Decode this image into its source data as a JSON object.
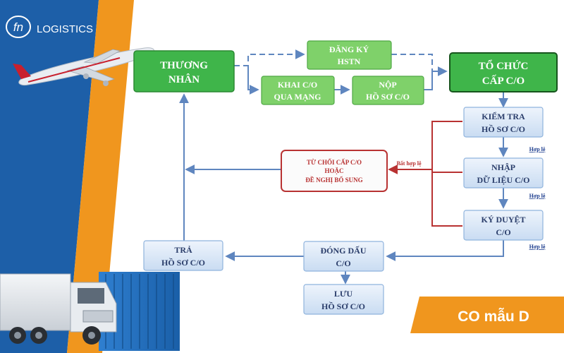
{
  "brand": {
    "logo_letters": "fn",
    "name": "LOGISTICS"
  },
  "badge": {
    "text": "CO mẫu D"
  },
  "nodes": {
    "thuong_nhan": [
      "THƯƠNG",
      "NHÂN"
    ],
    "dang_ky": [
      "ĐĂNG KÝ",
      "HSTN"
    ],
    "khai_co": [
      "KHAI C/O",
      "QUA MẠNG"
    ],
    "nop_ho_so": [
      "NỘP",
      "HỒ SƠ C/O"
    ],
    "to_chuc": [
      "TỔ CHỨC",
      "CẤP C/O"
    ],
    "kiem_tra": [
      "KIỂM TRA",
      "HỒ SƠ C/O"
    ],
    "tu_choi": [
      "TỪ CHỐI CẤP C/O",
      "HOẶC",
      "ĐỀ NGHỊ BỔ SUNG"
    ],
    "nhap_du_lieu": [
      "NHẬP",
      "DỮ LIỆU C/O"
    ],
    "ky_duyet": [
      "KÝ DUYỆT",
      "C/O"
    ],
    "dong_dau": [
      "ĐÓNG DẤU",
      "C/O"
    ],
    "tra_ho_so": [
      "TRẢ",
      "HỒ SƠ C/O"
    ],
    "luu_ho_so": [
      "LƯU",
      "HỒ SƠ C/O"
    ]
  },
  "edge_labels": {
    "hop_le_1": "Hợp lệ",
    "hop_le_2": "Hợp lệ",
    "hop_le_3": "Hợp lệ",
    "bat_hop_le": "Bất hợp lệ"
  },
  "colors": {
    "blue_band": "#1d5fa8",
    "orange_band": "#f0961e",
    "green_fill": "#3fb54a",
    "light_green_fill": "#7fd16a",
    "blue_box_fill": "#dce9f7",
    "blue_box_stroke": "#8fb3dd",
    "arrow": "#5f86bf",
    "red": "#b83232",
    "badge_fill": "#f0961e"
  }
}
